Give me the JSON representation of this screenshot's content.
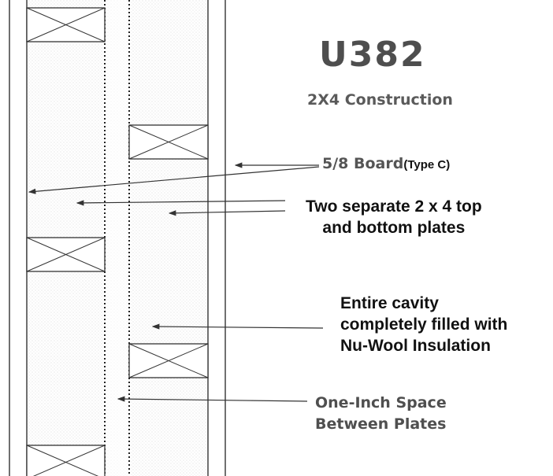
{
  "title": "U382",
  "subtitle": "2X4 Construction",
  "labels": {
    "board": "5/8 Board",
    "board_suffix": "(Type C)",
    "plates_line1": "Two separate 2 x 4 top",
    "plates_line2": "and bottom plates",
    "cavity_line1": "Entire cavity",
    "cavity_line2": "completely filled with",
    "cavity_line3": "Nu-Wool Insulation",
    "space_line1": "One-Inch Space",
    "space_line2": "Between Plates"
  },
  "colors": {
    "line": "#333333",
    "insulation_dot": "#c8c8c8",
    "title": "#4e4e4e"
  }
}
